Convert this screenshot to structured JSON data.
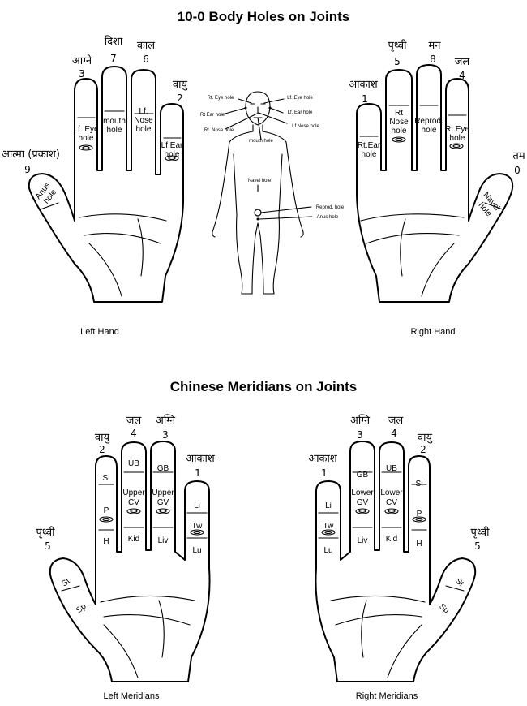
{
  "top": {
    "title": "10-0 Body Holes on Joints",
    "left_caption": "Left Hand",
    "right_caption": "Right Hand",
    "left_hand": {
      "fingers": [
        {
          "dev": "आग्ने",
          "num": "3",
          "holes": [
            "Lf. Eye",
            "hole"
          ]
        },
        {
          "dev": "दिशा",
          "num": "7",
          "holes": [
            "mouth",
            "hole"
          ]
        },
        {
          "dev": "काल",
          "num": "6",
          "holes": [
            "Lf.",
            "Nose",
            "hole"
          ]
        },
        {
          "dev": "वायु",
          "num": "2",
          "holes": [
            "Lf.Ear",
            "hole"
          ]
        }
      ],
      "thumb": {
        "dev": "आत्मा (प्रकाश)",
        "num": "9",
        "holes": [
          "Anus",
          "hole"
        ]
      }
    },
    "right_hand": {
      "fingers": [
        {
          "dev": "आकाश",
          "num": "1",
          "holes": [
            "Rt.Ear",
            "hole"
          ]
        },
        {
          "dev": "पृथ्वी",
          "num": "5",
          "holes": [
            "Rt",
            "Nose",
            "hole"
          ]
        },
        {
          "dev": "मन",
          "num": "8",
          "holes": [
            "Reprod.",
            "hole"
          ]
        },
        {
          "dev": "जल",
          "num": "4",
          "holes": [
            "Rt.Eye",
            "hole"
          ]
        }
      ],
      "thumb": {
        "dev": "तम",
        "num": "0",
        "holes": [
          "Navel",
          "hole"
        ]
      }
    },
    "body_labels": {
      "rt_eye": "Rt. Eye hole",
      "rt_ear": "Rt Ear hole",
      "rt_nose": "Rt. Nose hole",
      "lf_eye": "Lf. Eye hole",
      "lf_ear": "Lf. Ear hole",
      "lf_nose": "Lf Nose hole",
      "mouth": "mouth hole",
      "navel": "Navel hole",
      "reprod": "Reprod. hole",
      "anus": "Anus hole"
    }
  },
  "bottom": {
    "title": "Chinese Meridians on Joints",
    "left_caption": "Left Meridians",
    "right_caption": "Right Meridians",
    "left_hand": {
      "fingers": [
        {
          "dev": "वायु",
          "num": "2",
          "labels": [
            "Si",
            "P",
            "H"
          ]
        },
        {
          "dev": "जल",
          "num": "4",
          "labels": [
            "UB",
            "Upper",
            "CV",
            "Kid"
          ]
        },
        {
          "dev": "अग्नि",
          "num": "3",
          "labels": [
            "GB",
            "Upper",
            "GV",
            "Liv"
          ]
        },
        {
          "dev": "आकाश",
          "num": "1",
          "labels": [
            "Li",
            "Tw",
            "Lu"
          ]
        }
      ],
      "thumb": {
        "dev": "पृथ्वी",
        "num": "5",
        "labels": [
          "St",
          "Sp"
        ]
      }
    },
    "right_hand": {
      "fingers": [
        {
          "dev": "आकाश",
          "num": "1",
          "labels": [
            "Li",
            "Tw",
            "Lu"
          ]
        },
        {
          "dev": "अग्नि",
          "num": "3",
          "labels": [
            "GB",
            "Lower",
            "GV",
            "Liv"
          ]
        },
        {
          "dev": "जल",
          "num": "4",
          "labels": [
            "UB",
            "Lower",
            "CV",
            "Kid"
          ]
        },
        {
          "dev": "वायु",
          "num": "2",
          "labels": [
            "Si",
            "P",
            "H"
          ]
        }
      ],
      "thumb": {
        "dev": "पृथ्वी",
        "num": "5",
        "labels": [
          "St",
          "Sp"
        ]
      }
    }
  }
}
